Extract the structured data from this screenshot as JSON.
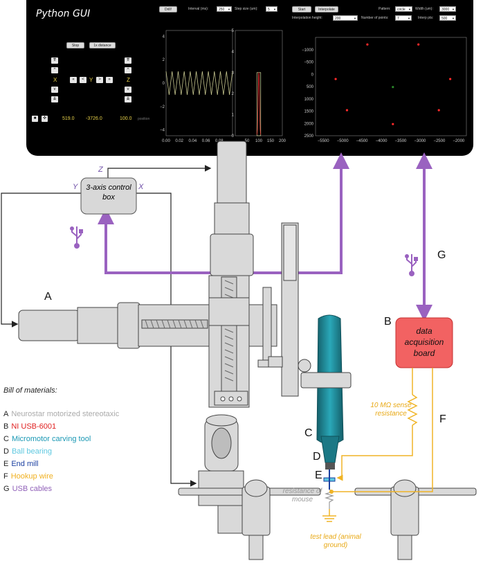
{
  "gui": {
    "title": "Python GUI",
    "buttons": {
      "drill": "Drill!",
      "stop": "Stop",
      "one_x_distance": "1x distance",
      "start": "Start",
      "interpolate": "Interpolate"
    },
    "fields": {
      "interval_label": "Interval (ms):",
      "interval_value": "250",
      "step_label": "Step size (um):",
      "step_value": "5",
      "pattern_label": "Pattern:",
      "pattern_value": "circle",
      "width_label": "Width (um):",
      "width_value": "3000",
      "interp_height_label": "Interpolation height:",
      "interp_height_value": "200",
      "num_points_label": "Number of points:",
      "num_points_value": "7",
      "interp_pts_label": "Interp pts:",
      "interp_pts_value": "500"
    },
    "axis_labels": {
      "x": "X",
      "y": "Y",
      "z": "Z"
    },
    "position": {
      "x": "519.0",
      "y": "-3726.0",
      "z": "100.0",
      "label": "position"
    }
  },
  "chart_data": [
    {
      "type": "line",
      "xlim": [
        0.0,
        0.1
      ],
      "ylim": [
        -4.5,
        4.5
      ],
      "x_ticks": [
        "0.00",
        "0.02",
        "0.04",
        "0.06",
        "0.08"
      ],
      "y_ticks": [
        "4",
        "2",
        "0",
        "−2",
        "−4"
      ],
      "series": [
        {
          "color": "#c8c890",
          "description_values": [
            1,
            -1
          ],
          "cycles": 11
        }
      ]
    },
    {
      "type": "bar",
      "xlim": [
        0,
        200
      ],
      "ylim": [
        0,
        5
      ],
      "x_ticks": [
        "50",
        "100",
        "150",
        "200"
      ],
      "y_ticks": [
        "5",
        "4",
        "3",
        "2",
        "1",
        "0"
      ],
      "bar": {
        "center": 100,
        "height": 3,
        "color": "#c8c890"
      },
      "curve_color": "#e03030"
    },
    {
      "type": "scatter",
      "xlim": [
        -5700,
        -1800
      ],
      "ylim": [
        2500,
        -1500
      ],
      "x_ticks": [
        "−5500",
        "−5000",
        "−4500",
        "−4000",
        "−3500",
        "−3000",
        "−2500",
        "−2000"
      ],
      "y_ticks": [
        "−1000",
        "−500",
        "0",
        "500",
        "1000",
        "1500",
        "2000",
        "2500"
      ],
      "points": [
        {
          "x": -3700,
          "y": 2026,
          "color": "#ff2a2a"
        },
        {
          "x": -4887,
          "y": 1461,
          "color": "#ff2a2a"
        },
        {
          "x": -2512,
          "y": 1461,
          "color": "#ff2a2a"
        },
        {
          "x": -5180,
          "y": 192,
          "color": "#ff2a2a"
        },
        {
          "x": -2218,
          "y": 192,
          "color": "#ff2a2a"
        },
        {
          "x": -4360,
          "y": -1213,
          "color": "#ff2a2a"
        },
        {
          "x": -3040,
          "y": -1213,
          "color": "#ff2a2a"
        },
        {
          "x": -3700,
          "y": 519,
          "color": "#2a8a2a"
        }
      ]
    }
  ],
  "diagram": {
    "control_box": "3-axis control box",
    "box_axis_z": "Z",
    "box_axis_y": "Y",
    "box_axis_x": "X",
    "letters": {
      "a": "A",
      "b": "B",
      "c": "C",
      "d": "D",
      "e": "E",
      "f": "F",
      "g": "G"
    },
    "daq_board": "data acquisition board",
    "sense_resistance": "10 MΩ sense resistance",
    "resistance_of_mouse": "resistance of mouse",
    "test_lead": "test lead (animal ground)"
  },
  "bom": {
    "title": "Bill of materials:",
    "items": [
      {
        "key": "A",
        "label": "Neurostar motorized stereotaxic",
        "color": "#aaaaaa"
      },
      {
        "key": "B",
        "label": "NI USB-6001",
        "color": "#e02020"
      },
      {
        "key": "C",
        "label": "Micromotor carving tool",
        "color": "#1a98b4"
      },
      {
        "key": "D",
        "label": "Ball bearing",
        "color": "#5ec8e0"
      },
      {
        "key": "E",
        "label": "End mill",
        "color": "#1a3fa0"
      },
      {
        "key": "F",
        "label": "Hookup wire",
        "color": "#f0b020"
      },
      {
        "key": "G",
        "label": "USB cables",
        "color": "#9060b8"
      }
    ]
  },
  "colors": {
    "usb": "#9a62c0",
    "wire": "#f0b426",
    "daq": "#f26262",
    "tool": "#1f8f9e",
    "frame": "#d9d9d9"
  }
}
